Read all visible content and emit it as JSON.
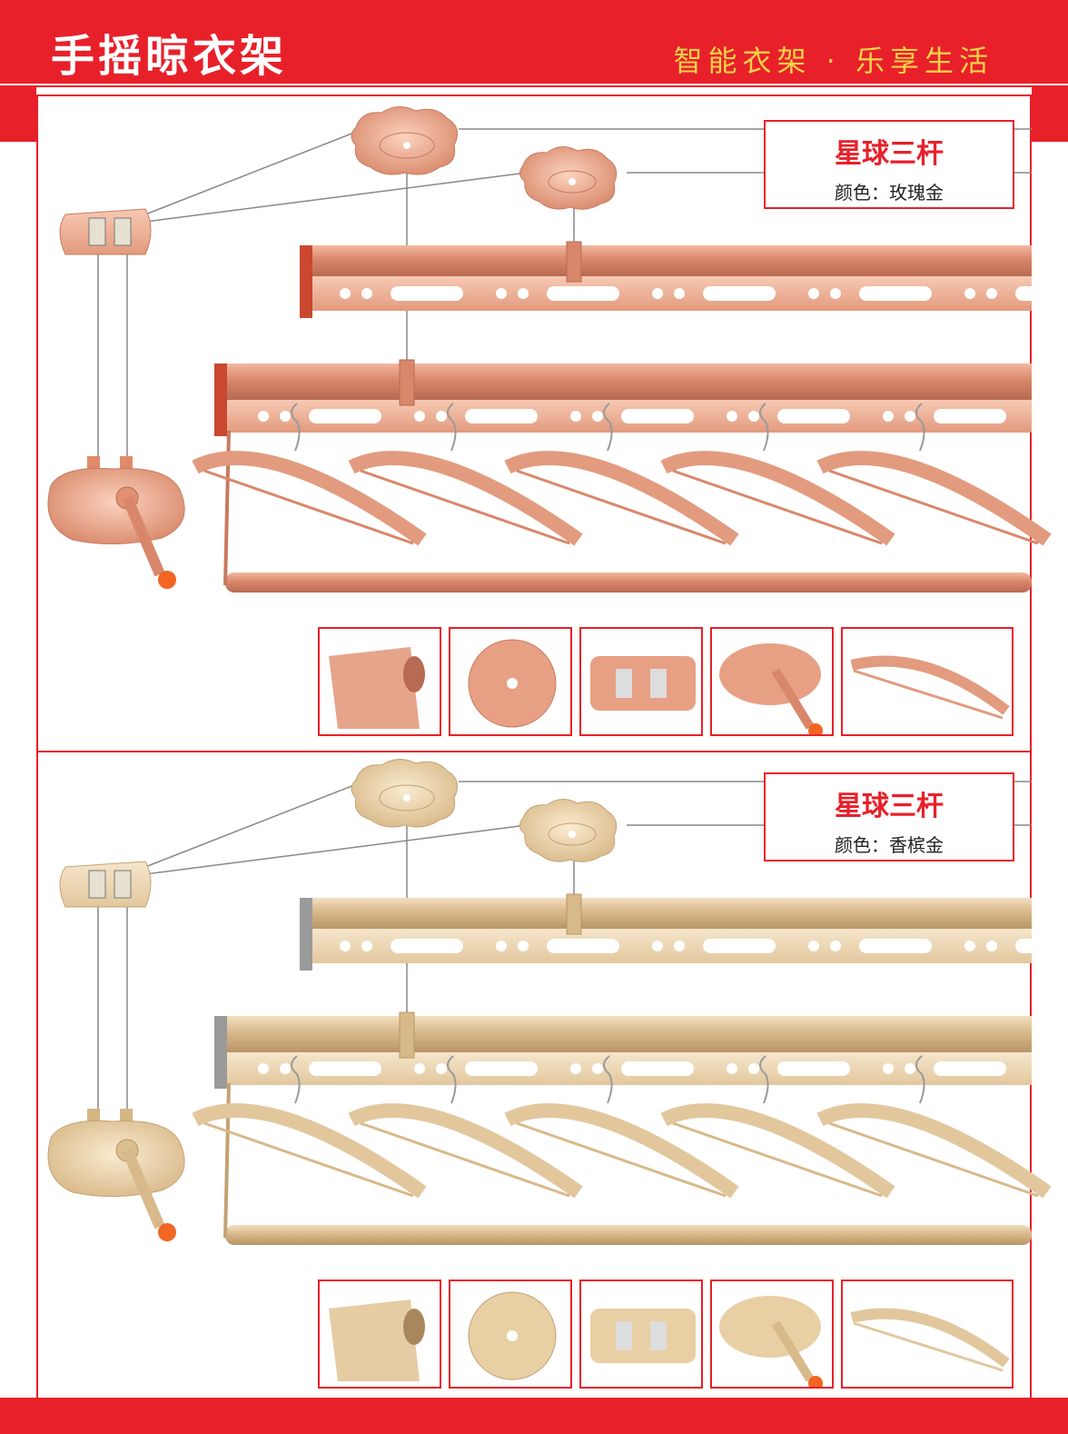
{
  "header": {
    "title": "手摇晾衣架",
    "slogan": "智能衣架 · 乐享生活"
  },
  "colors": {
    "brand_red": "#e8202a",
    "slogan_yellow": "#f7d24a",
    "rose_gold": "#d9876b",
    "rose_gold_light": "#f0b49a",
    "champagne_gold": "#d8b98a",
    "champagne_gold_light": "#f0dcb8",
    "handle_orange": "#f26522"
  },
  "products": [
    {
      "model": "星球三杆",
      "color_label": "颜色：玫瑰金",
      "finish": "rose-gold",
      "thumbnails": [
        "pole-end-icon",
        "ceiling-mount-icon",
        "pulley-block-icon",
        "hand-crank-icon",
        "hanger-icon"
      ]
    },
    {
      "model": "星球三杆",
      "color_label": "颜色：香槟金",
      "finish": "champagne-gold",
      "thumbnails": [
        "pole-end-icon",
        "ceiling-mount-icon",
        "pulley-block-icon",
        "hand-crank-icon",
        "hanger-icon"
      ]
    }
  ]
}
